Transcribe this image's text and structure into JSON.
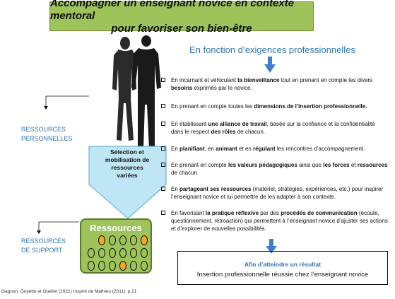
{
  "title": {
    "line1": "Accompagner un enseignant novice en contexte mentoral",
    "line2": "pour favoriser son bien-être"
  },
  "subtitle": "En fonction d’exigences professionnelles",
  "left_labels": {
    "personal_line1": "RESSOURCES",
    "personal_line2": "PERSONNELLES",
    "support_line1": "RESSOURCES",
    "support_line2": "DE SUPPORT"
  },
  "selection_box": {
    "line1": "Sélection et",
    "line2": "mobilisation de",
    "line3": "ressources",
    "line4": "variées"
  },
  "resources_box": {
    "title": "Ressources",
    "filled_color": "#f5a623"
  },
  "items": [
    {
      "p1": "En incarnant et véhiculant ",
      "b1": "la bienveillance",
      "p2": " tout en prenant en compte les divers ",
      "b2": "besoins",
      "p3": " exprimés par le novice."
    },
    {
      "p1": "En prenant en compte toutes les ",
      "b1": "dimensions de l’insertion professionnelle.",
      "p2": "",
      "b2": "",
      "p3": ""
    },
    {
      "p1": "En établissant ",
      "b1": "une alliance de travail",
      "p2": ", basée sur la confiance et la confidentialité dans le respect ",
      "b2": "des rôles",
      "p3": " de chacun."
    },
    {
      "p1": "En ",
      "b1": "planifiant",
      "p2": ", en ",
      "b2": "animant",
      "p3": " et en ",
      "b3": "régulant",
      "p4": " les rencontres d’accompagnement."
    },
    {
      "p1": "En prenant en compte ",
      "b1": "les valeurs pédagogiques",
      "p2": " ainsi que ",
      "b2": "les forces",
      "p3": " et ",
      "b3": "ressources",
      "p4": " de chacun."
    },
    {
      "p1": "En ",
      "b1": "partageant ses ressources",
      "p2": " (matériel, stratégies, expériences, etc.) pour inspirer l’enseignant novice et lui permettre de les adapter à son contexte.",
      "b2": "",
      "p3": ""
    },
    {
      "p1": "En favorisant ",
      "b1": "la pratique réflexive",
      "p2": " par des ",
      "b2": "procédés de communication",
      "p3": " (écoute, questionnement, rétroaction) qui permettent à l’enseignant novice d’ajuster ses actions et d’explorer de nouvelles possibilités."
    }
  ],
  "result": {
    "title": "Afin d’atteindre un résultat",
    "text": "Insertion professionnelle réussie chez l’enseignant novice"
  },
  "credit": "Gagnon, Goyette et Ouellet (2021) Inspiré de Mathieu (2011). p.21",
  "colors": {
    "accent_green": "#9dc35a",
    "accent_blue": "#2e74b5",
    "arrow_blue": "#3f7fcf",
    "funnel_blue": "#bfe6f5"
  }
}
